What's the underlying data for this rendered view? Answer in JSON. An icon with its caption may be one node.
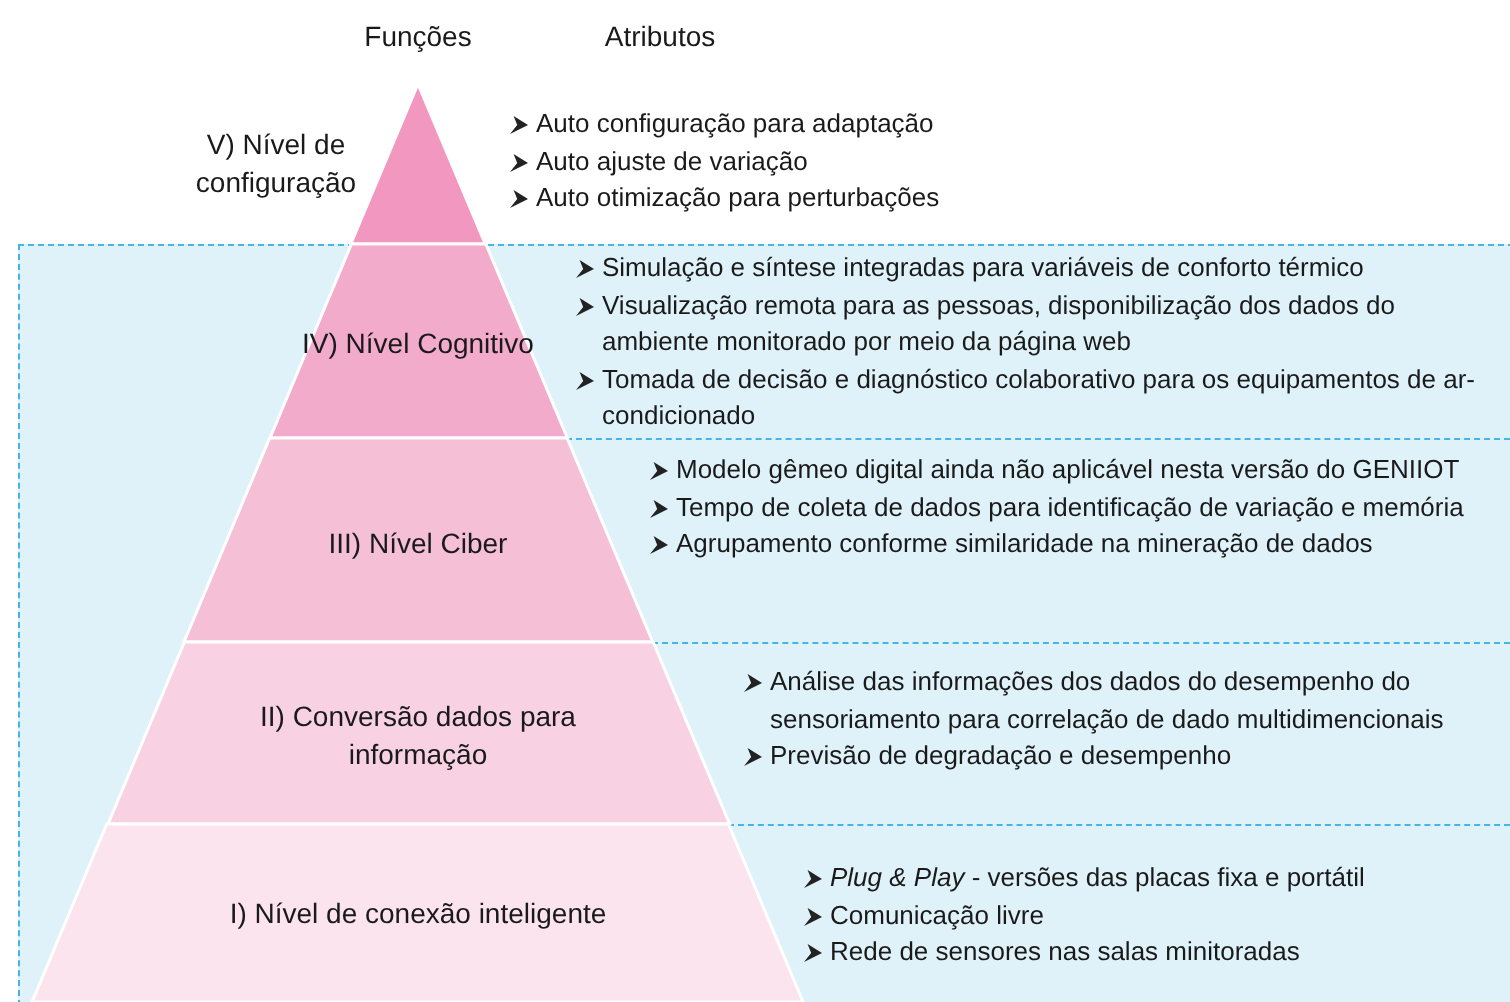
{
  "diagram": {
    "nodes": [
      {
        "text": [
          "V) Nível de configuração"
        ],
        "beside": [
          "Auto configuração para adaptação",
          "Auto ajuste de variação",
          "Auto otimização para perturbações"
        ]
      },
      {
        "text": [
          "IV) Nível Cognitivo"
        ],
        "beside": [
          "Simulação e síntese integradas para variáveis de conforto térmico",
          "Visualização remota para as pessoas, disponibilização dos dados do ambiente monitorado por meio da página web",
          "Tomada de decisão e diagnóstico colaborativo para os equipamentos de ar-condicionado"
        ]
      },
      {
        "text": [
          "III) Nível Ciber"
        ],
        "beside": [
          "Modelo gêmeo digital ainda não aplicável nesta versão do GENIIOT",
          "Tempo de coleta de dados para identificação de variação e memória",
          "Agrupamento conforme similaridade na mineração de dados"
        ]
      },
      {
        "text": [
          "II) Conversão dados para informação"
        ],
        "beside": [
          "Análise das informações dos dados do desempenho do sensoriamento para correlação de dado multidimencionais",
          "Previsão de degradação e desempenho"
        ]
      },
      {
        "text": [
          "I) Nível de conexão inteligente"
        ],
        "beside": [
          "*Plug & Play* - versões das placas fixa e portátil",
          "Comunicação livre",
          "Rede de sensores nas salas minitoradas"
        ]
      }
    ],
    "labels": [
      "Funções",
      "Atributos"
    ]
  }
}
